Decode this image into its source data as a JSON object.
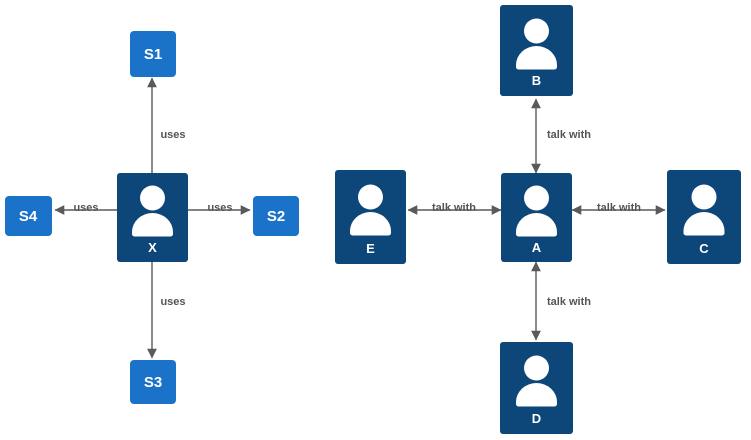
{
  "diagram": {
    "type": "node-edge-diagram",
    "background_color": "#ffffff",
    "actor_color": "#0d4679",
    "service_color": "#1a73c8",
    "edge_color": "#5a5a5a",
    "edge_label_color": "#555555",
    "node_label_color": "#ffffff"
  },
  "clusters": {
    "left": {
      "name": "uses-cluster",
      "center_node": "X",
      "relation": "uses"
    },
    "right": {
      "name": "talk-with-cluster",
      "center_node": "A",
      "relation": "talk with"
    }
  },
  "nodes": {
    "x": {
      "label": "X",
      "kind": "actor",
      "icon": "person-icon"
    },
    "s1": {
      "label": "S1",
      "kind": "service",
      "icon": "service-box-icon"
    },
    "s2": {
      "label": "S2",
      "kind": "service",
      "icon": "service-box-icon"
    },
    "s3": {
      "label": "S3",
      "kind": "service",
      "icon": "service-box-icon"
    },
    "s4": {
      "label": "S4",
      "kind": "service",
      "icon": "service-box-icon"
    },
    "a": {
      "label": "A",
      "kind": "actor",
      "icon": "person-icon"
    },
    "b": {
      "label": "B",
      "kind": "actor",
      "icon": "person-icon"
    },
    "c": {
      "label": "C",
      "kind": "actor",
      "icon": "person-icon"
    },
    "d": {
      "label": "D",
      "kind": "actor",
      "icon": "person-icon"
    },
    "e": {
      "label": "E",
      "kind": "actor",
      "icon": "person-icon"
    }
  },
  "edges": {
    "x_s1": {
      "label": "uses",
      "from": "X",
      "to": "S1",
      "arrows": "single"
    },
    "x_s2": {
      "label": "uses",
      "from": "X",
      "to": "S2",
      "arrows": "single"
    },
    "x_s3": {
      "label": "uses",
      "from": "X",
      "to": "S3",
      "arrows": "single"
    },
    "x_s4": {
      "label": "uses",
      "from": "X",
      "to": "S4",
      "arrows": "single"
    },
    "a_b": {
      "label": "talk with",
      "from": "A",
      "to": "B",
      "arrows": "double"
    },
    "a_c": {
      "label": "talk with",
      "from": "A",
      "to": "C",
      "arrows": "double"
    },
    "a_d": {
      "label": "talk with",
      "from": "A",
      "to": "D",
      "arrows": "double"
    },
    "a_e": {
      "label": "talk with",
      "from": "A",
      "to": "E",
      "arrows": "double"
    }
  }
}
